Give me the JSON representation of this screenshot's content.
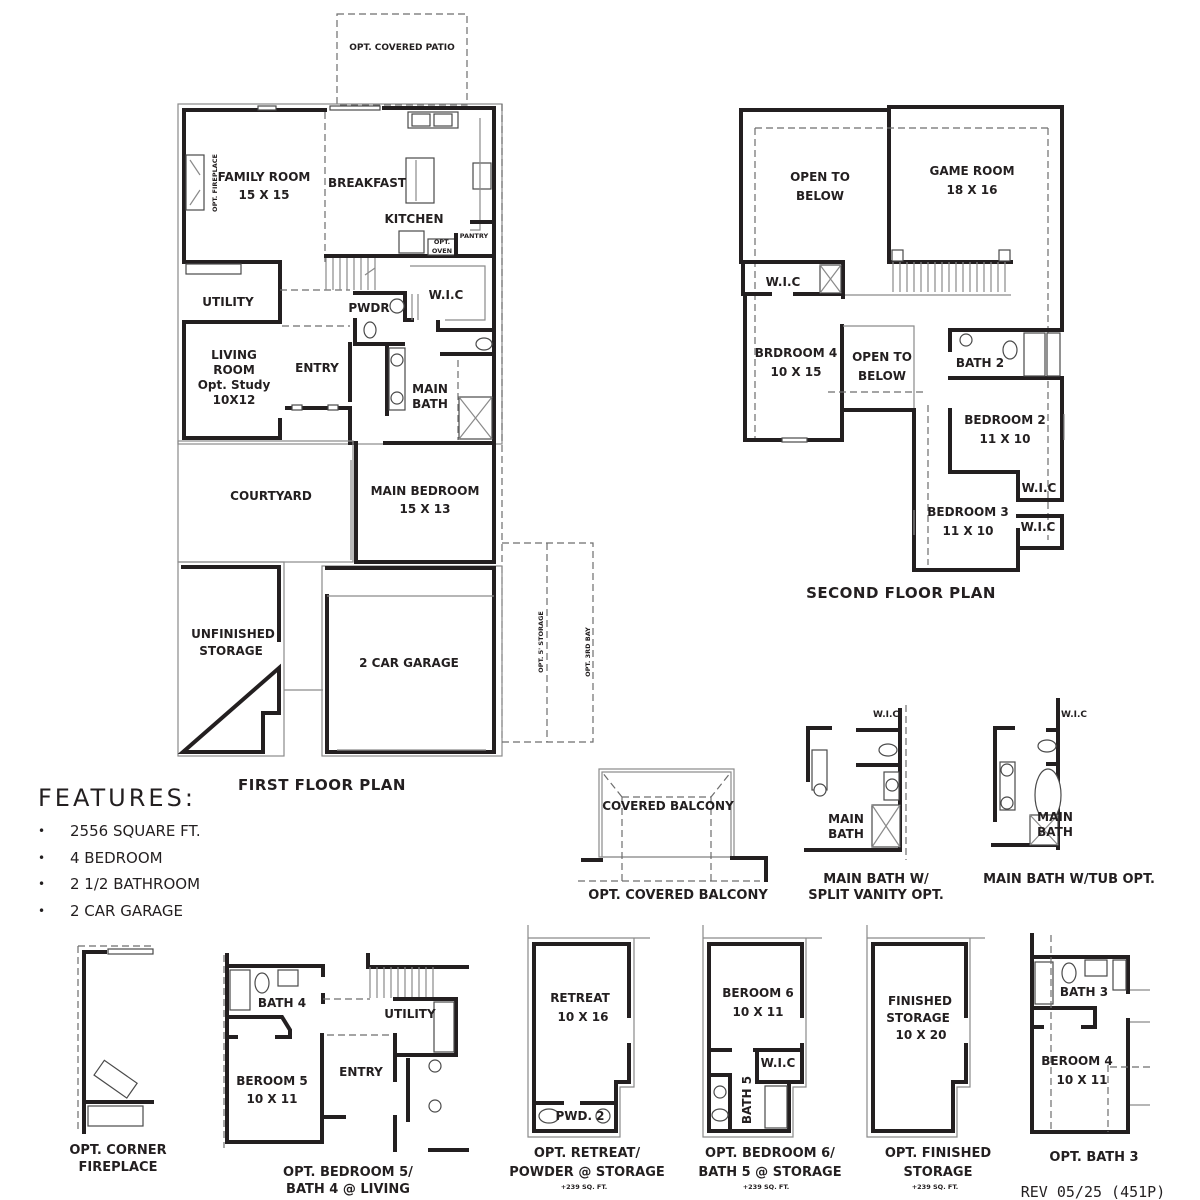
{
  "first_floor": {
    "title": "FIRST FLOOR PLAN",
    "covered_patio": "OPT. COVERED PATIO",
    "rooms": {
      "family_room": {
        "name": "FAMILY ROOM",
        "size": "15 X 15"
      },
      "opt_fireplace": "OPT. FIREPLACE",
      "breakfast": "BREAKFAST",
      "kitchen": "KITCHEN",
      "pantry": "PANTRY",
      "opt_oven_1": "OPT.",
      "opt_oven_2": "OVEN",
      "utility": "UTILITY",
      "pwdr": "PWDR",
      "wic": "W.I.C",
      "living_room_1": "LIVING",
      "living_room_2": "ROOM",
      "living_room_3": "Opt. Study",
      "living_room_size": "10X12",
      "entry": "ENTRY",
      "main_bath_1": "MAIN",
      "main_bath_2": "BATH",
      "courtyard": "COURTYARD",
      "main_bedroom": {
        "name": "MAIN BEDROOM",
        "size": "15 X 13"
      },
      "unfinished_storage_1": "UNFINISHED",
      "unfinished_storage_2": "STORAGE",
      "garage": "2 CAR GARAGE",
      "opt_storage": "OPT. 5' STORAGE",
      "opt_3rd_bay": "OPT. 3RD BAY"
    }
  },
  "second_floor": {
    "title": "SECOND FLOOR PLAN",
    "rooms": {
      "open_below_1a": "OPEN TO",
      "open_below_1b": "BELOW",
      "game_room": {
        "name": "GAME ROOM",
        "size": "18 X 16"
      },
      "wic_1": "W.I.C",
      "bedroom4": {
        "name": "BRDROOM 4",
        "size": "10 X 15"
      },
      "open_below_2a": "OPEN TO",
      "open_below_2b": "BELOW",
      "bath2": "BATH 2",
      "bedroom2": {
        "name": "BEDROOM 2",
        "size": "11 X 10"
      },
      "wic_2": "W.I.C",
      "bedroom3": {
        "name": "BEDROOM 3",
        "size": "11 X 10"
      },
      "wic_3": "W.I.C"
    }
  },
  "features": {
    "title": "FEATURES:",
    "items": [
      "2556 SQUARE FT.",
      "4 BEDROOM",
      "2 1/2 BATHROOM",
      "2 CAR GARAGE"
    ]
  },
  "options": {
    "covered_balcony": {
      "label": "COVERED BALCONY",
      "caption": "OPT. COVERED BALCONY"
    },
    "split_vanity": {
      "wic": "W.I.C",
      "room_1": "MAIN",
      "room_2": "BATH",
      "caption_1": "MAIN BATH W/",
      "caption_2": "SPLIT VANITY OPT."
    },
    "tub": {
      "wic": "W.I.C",
      "room_1": "MAIN",
      "room_2": "BATH",
      "caption": "MAIN BATH W/TUB OPT."
    },
    "corner_fireplace": {
      "caption_1": "OPT. CORNER",
      "caption_2": "FIREPLACE"
    },
    "bedroom5": {
      "bath": "BATH 4",
      "utility": "UTILITY",
      "room": "BEROOM 5",
      "size": "10 X 11",
      "entry": "ENTRY",
      "caption_1": "OPT. BEDROOM 5/",
      "caption_2": "BATH 4 @ LIVING"
    },
    "retreat": {
      "room": "RETREAT",
      "size": "10 X 16",
      "pwd": "PWD. 2",
      "caption_1": "OPT. RETREAT/",
      "caption_2": "POWDER @ STORAGE",
      "sqft": "+239 SQ. FT."
    },
    "bedroom6": {
      "room": "BEROOM 6",
      "size": "10 X 11",
      "wic": "W.I.C",
      "bath": "BATH 5",
      "caption_1": "OPT. BEDROOM 6/",
      "caption_2": "BATH 5 @ STORAGE",
      "sqft": "+239 SQ. FT."
    },
    "finished_storage": {
      "room_1": "FINISHED",
      "room_2": "STORAGE",
      "size": "10 X 20",
      "caption_1": "OPT.  FINISHED",
      "caption_2": "STORAGE",
      "sqft": "+239 SQ. FT."
    },
    "bath3": {
      "bath": "BATH 3",
      "room": "BEROOM 4",
      "size": "10 X 11",
      "caption": "OPT. BATH 3"
    }
  },
  "revision": "REV 05/25 (451P)"
}
